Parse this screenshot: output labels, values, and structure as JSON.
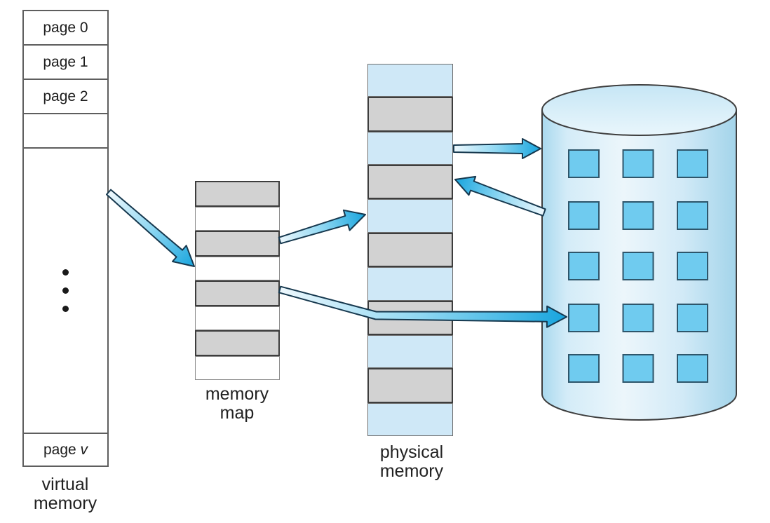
{
  "virtual_memory": {
    "rows": [
      "page 0",
      "page 1",
      "page 2"
    ],
    "page_v": {
      "prefix": "page ",
      "italic": "v"
    },
    "caption": {
      "line1": "virtual",
      "line2": "memory"
    }
  },
  "memory_map": {
    "caption": {
      "line1": "memory",
      "line2": "map"
    }
  },
  "physical_memory": {
    "caption": {
      "line1": "physical",
      "line2": "memory"
    }
  },
  "disk": {
    "blocks_rows": 5,
    "blocks_cols": 3
  },
  "icons": {
    "ellipsis": "vertical-dots",
    "disk": "cylinder-drum"
  },
  "colors": {
    "row_gray": "#d2d2d2",
    "row_blue": "#cfe8f7",
    "disk_block_blue": "#6fcbef",
    "disk_body_blue": "#cfe9f7",
    "arrow_blue": "#18a5de",
    "arrow_mid_blue": "#8ed7f2",
    "arrow_pale": "#eef8fd",
    "outline_dark": "#3d3d3d"
  }
}
